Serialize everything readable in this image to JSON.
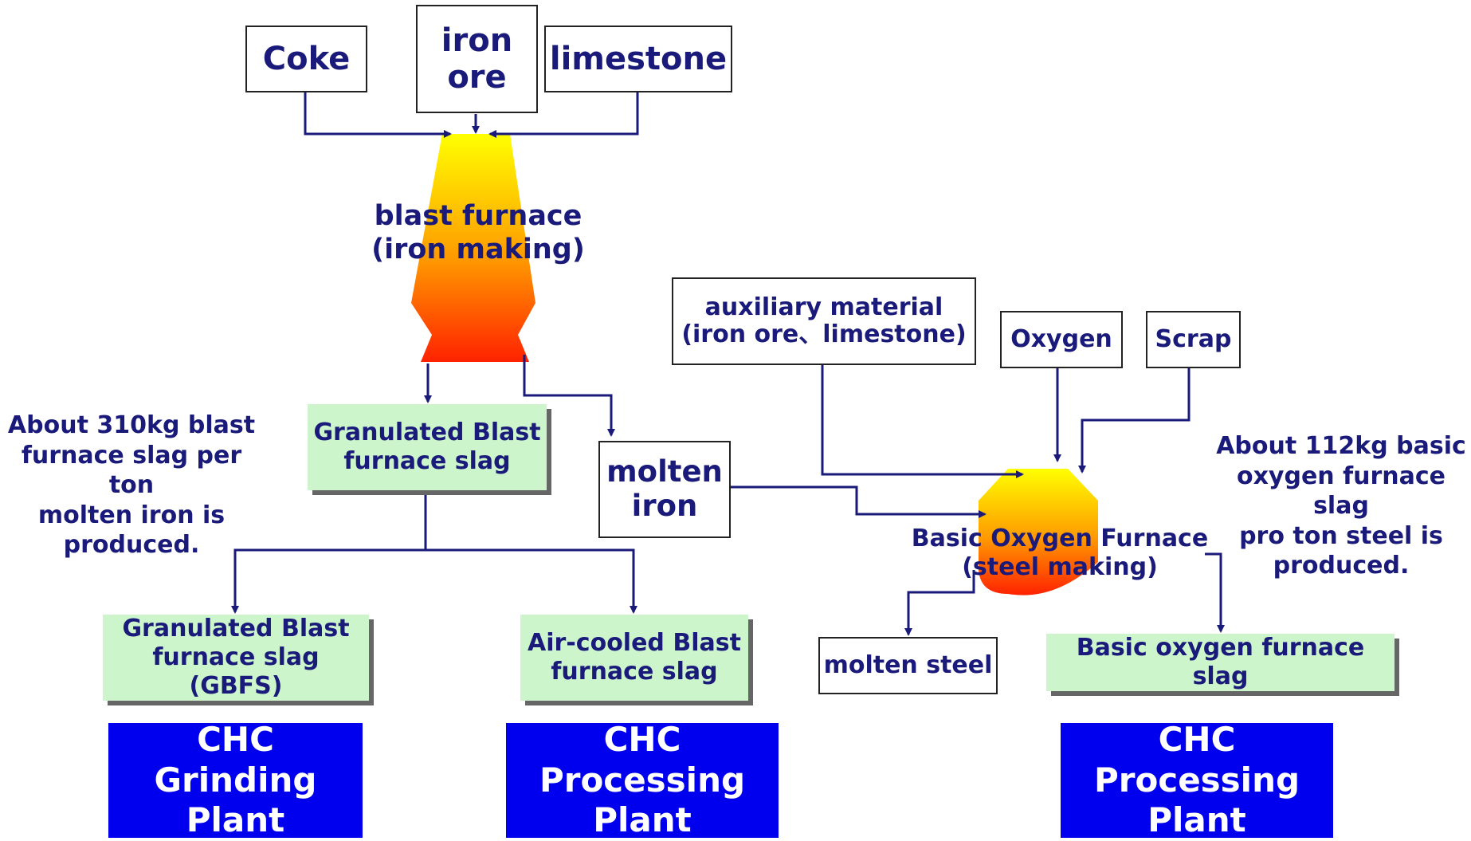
{
  "inputs": {
    "coke": "Coke",
    "iron_ore": [
      "iron",
      "ore"
    ],
    "limestone": "limestone"
  },
  "blast_furnace": {
    "line1": "blast furnace",
    "line2": "(iron making)"
  },
  "granulated_slag_top": {
    "line1": "Granulated Blast",
    "line2": "furnace slag"
  },
  "molten_iron": {
    "line1": "molten",
    "line2": "iron"
  },
  "auxiliary": {
    "line1": "auxiliary material",
    "line2": "(iron ore、limestone)"
  },
  "oxygen": "Oxygen",
  "scrap": "Scrap",
  "bof": {
    "line1": "Basic Oxygen Furnace",
    "line2": "(steel making)"
  },
  "note_left": [
    "About 310kg blast",
    "furnace slag per ton",
    "molten iron is",
    "produced."
  ],
  "note_right": [
    "About 112kg basic",
    "oxygen furnace slag",
    "pro ton steel is",
    "produced."
  ],
  "gbfs": {
    "line1": "Granulated Blast",
    "line2": "furnace slag (GBFS)"
  },
  "aircooled": {
    "line1": "Air-cooled Blast",
    "line2": "furnace slag"
  },
  "molten_steel": "molten steel",
  "bof_slag": "Basic oxygen furnace slag",
  "plants": [
    {
      "line1": "CHC",
      "line2": "Grinding Plant"
    },
    {
      "line1": "CHC",
      "line2": "Processing Plant"
    },
    {
      "line1": "CHC",
      "line2": "Processing Plant"
    }
  ],
  "colors": {
    "arrow": "#1a1a7a",
    "text": "#1a1a7a",
    "plant": "#0000ee",
    "slag_box": "#ccf5cc"
  }
}
